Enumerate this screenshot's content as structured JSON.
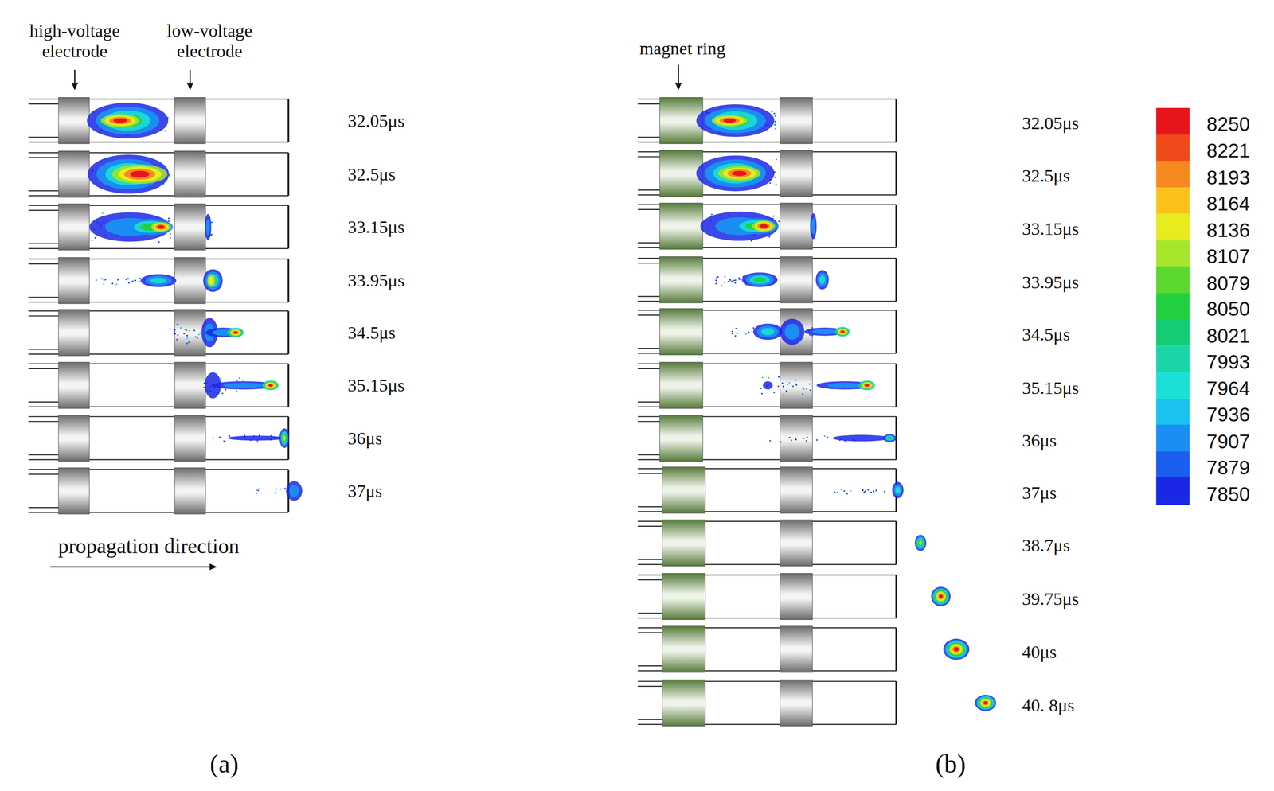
{
  "diagram": {
    "labels": [
      "high-voltage electrode",
      "low-voltage electrode",
      "32.05μs",
      "32.5μs",
      "33.15μs",
      "33.95μs",
      "34.5μs",
      "35.15μs",
      "36μs",
      "37μs",
      "propagation direction",
      "(a)",
      "magnet ring",
      "32.05μs",
      "32.5μs",
      "33.15μs",
      "33.95μs",
      "34.5μs",
      "35.15μs",
      "36μs",
      "37μs",
      "38.7μs",
      "39.75μs",
      "40μs",
      "40. 8μs",
      "(b)"
    ],
    "legend": [
      {
        "text": "8250",
        "color": "#e8141c"
      },
      {
        "text": "8221",
        "color": "#f04a1a"
      },
      {
        "text": "8193",
        "color": "#f78a1e"
      },
      {
        "text": "8164",
        "color": "#fcc21a"
      },
      {
        "text": "8136",
        "color": "#e6ec1e"
      },
      {
        "text": "8107",
        "color": "#a6e62a"
      },
      {
        "text": "8079",
        "color": "#5ad82e"
      },
      {
        "text": "8050",
        "color": "#22d040"
      },
      {
        "text": "8021",
        "color": "#14cc74"
      },
      {
        "text": "7993",
        "color": "#1ad6a6"
      },
      {
        "text": "7964",
        "color": "#1ae0d6"
      },
      {
        "text": "7936",
        "color": "#1ac2f0"
      },
      {
        "text": "7907",
        "color": "#1a8ef2"
      },
      {
        "text": "7879",
        "color": "#1a5ef0"
      },
      {
        "text": "7850",
        "color": "#1a28e6"
      }
    ]
  }
}
